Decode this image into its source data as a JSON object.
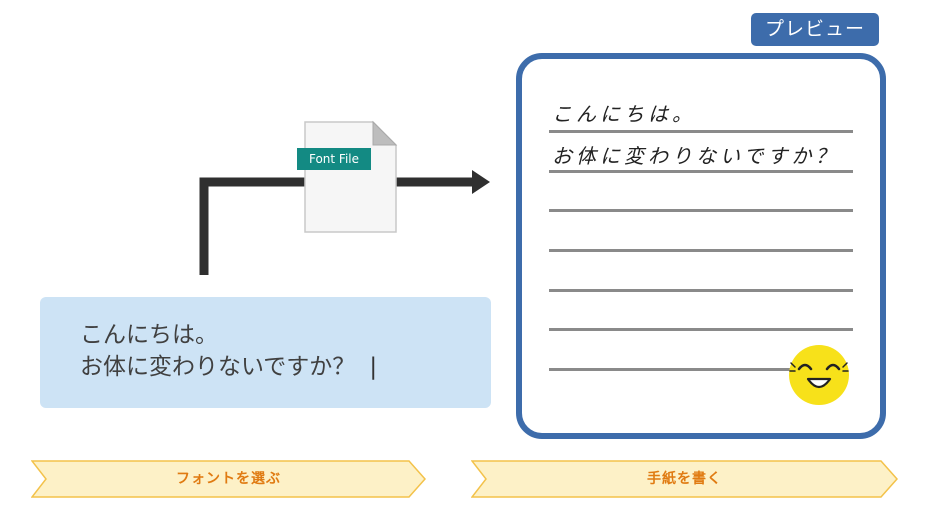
{
  "file_icon": {
    "label": "Font File",
    "color": "#138a83"
  },
  "input": {
    "lines": [
      "こんにちは。",
      "お体に変わりないですか？"
    ],
    "caret": "|",
    "background": "#cde3f5"
  },
  "preview": {
    "tag": "プレビュー",
    "handwritten_lines": [
      "こんにちは。",
      "お体に変わりないですか？"
    ],
    "accent": "#3d6cab"
  },
  "steps": [
    {
      "label": "フォントを選ぶ"
    },
    {
      "label": "手紙を書く"
    }
  ],
  "colors": {
    "step_fill": "#fdf1c7",
    "step_border": "#f3c24a",
    "step_text": "#e07b12",
    "smiley": "#f7e11a"
  }
}
